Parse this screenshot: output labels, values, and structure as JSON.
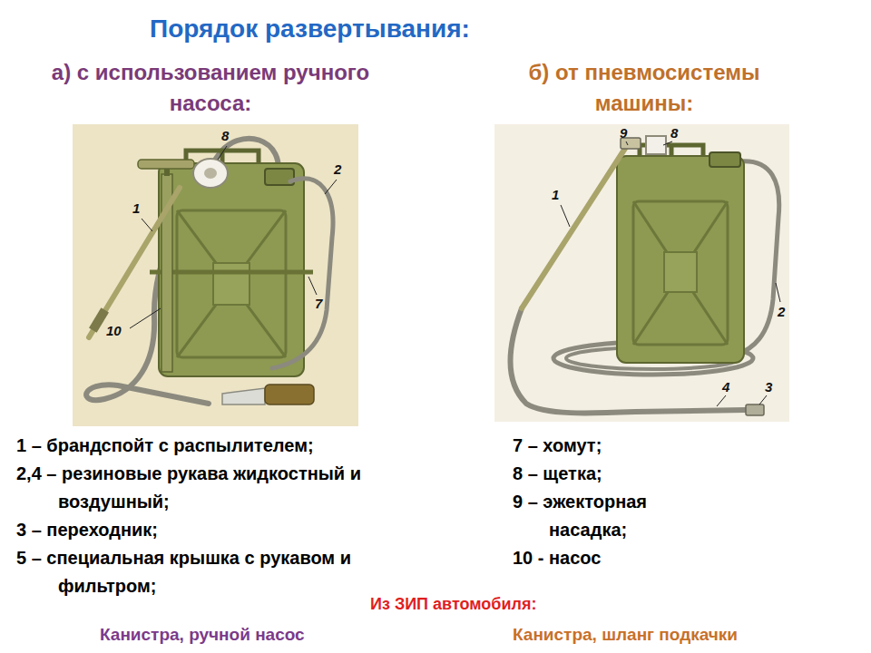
{
  "diagram": {
    "title": "Порядок развертывания:",
    "labels": [
      "а) с использованием ручного насоса:",
      "б) от пневмосистемы машины:",
      "8",
      "2",
      "1",
      "7",
      "10",
      "9",
      "8",
      "1",
      "2",
      "4",
      "3",
      "1 – брандспойт с распылителем;",
      "2,4 – резиновые рукава жидкостный и воздушный;",
      "3 – переходник;",
      "5 – специальная крышка с рукавом и фильтром;",
      "7 – хомут;",
      "8 – щетка;",
      "9 – эжекторная насадка;",
      "10 - насос",
      "Из ЗИП автомобиля:",
      "Канистра, ручной насос",
      "Канистра, шланг подкачки"
    ]
  }
}
